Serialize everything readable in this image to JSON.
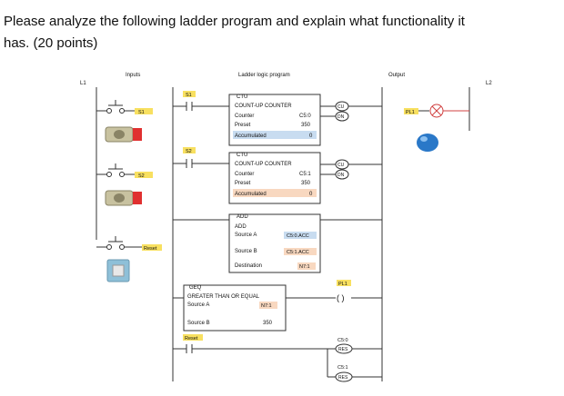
{
  "question": {
    "line1": "Please analyze the following ladder program and explain what functionality it",
    "line2": "has. (20 points)"
  },
  "headers": {
    "inputs": "Inputs",
    "program": "Ladder logic program",
    "output": "Output"
  },
  "rails": {
    "left": "L1",
    "right": "L2"
  },
  "inputs": [
    {
      "label": "S1",
      "color": "#f0a090"
    },
    {
      "label": "S2",
      "color": "#f0a090"
    },
    {
      "label": "Reset",
      "color": "#f0a090"
    }
  ],
  "counters": [
    {
      "contact": "S1",
      "type": "CTU",
      "name": "COUNT-UP COUNTER",
      "counter_label": "Counter",
      "counter": "C5:0",
      "preset_label": "Preset",
      "preset": "350",
      "acc_label": "Accumulated",
      "acc": "0",
      "cu": "CU",
      "dn": "DN",
      "acc_color": "#c8dcf0"
    },
    {
      "contact": "S2",
      "type": "CTU",
      "name": "COUNT-UP COUNTER",
      "counter_label": "Counter",
      "counter": "C5:1",
      "preset_label": "Preset",
      "preset": "350",
      "acc_label": "Accumulated",
      "acc": "0",
      "cu": "CU",
      "dn": "DN",
      "acc_color": "#f8d8c0"
    }
  ],
  "add_block": {
    "title": "ADD",
    "name": "ADD",
    "source_a_label": "Source A",
    "source_a": "C5:0.ACC",
    "source_b_label": "Source B",
    "source_b": "C5:1.ACC",
    "dest_label": "Destination",
    "dest": "N7:1"
  },
  "geq_block": {
    "title": "GEQ",
    "name": "GREATER THAN OR EQUAL",
    "source_a_label": "Source A",
    "source_a": "N7:1",
    "source_b_label": "Source B",
    "source_b": "350"
  },
  "geq_output": "PL1",
  "reset_rung": {
    "contact": "Reset",
    "res1_addr": "C5:0",
    "res1": "RES",
    "res2_addr": "C5:1",
    "res2": "RES"
  },
  "output_lamp": "PL1",
  "colors": {
    "highlight_orange": "#f8d8c0",
    "highlight_blue": "#c8dcf0",
    "label_yellow": "#f8e060",
    "lamp_blue": "#2a78c8"
  }
}
